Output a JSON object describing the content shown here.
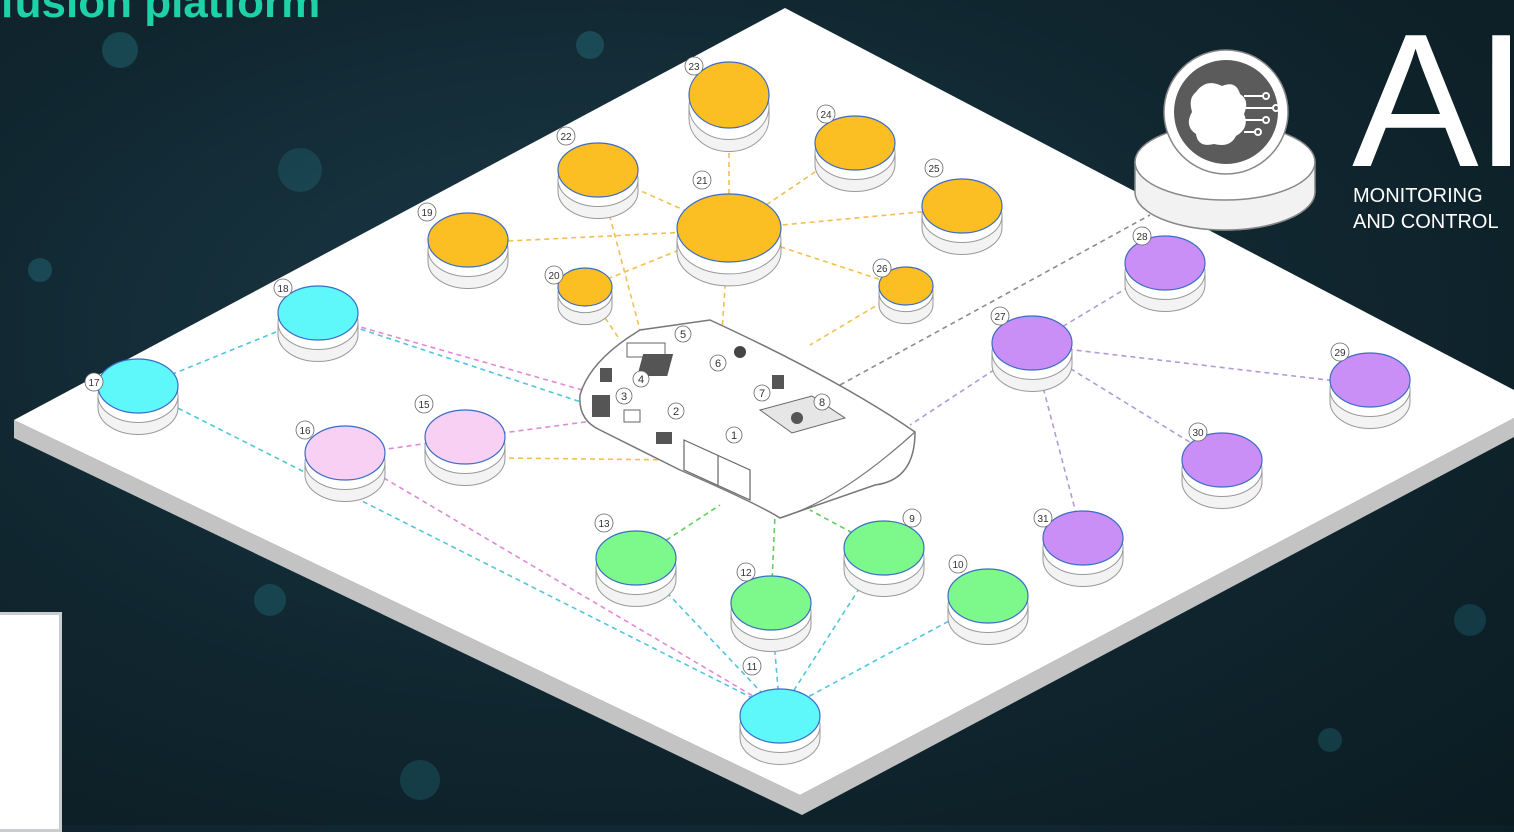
{
  "title": "fusion platform",
  "ai_badge": {
    "letters": "AI",
    "subtitle_line1": "MONITORING",
    "subtitle_line2": "AND CONTROL",
    "icon": "brain-circuit-icon"
  },
  "colors": {
    "yellow": "#fbbf24",
    "cyan": "#5ef7fa",
    "pink": "#f8d0f3",
    "green": "#7cf98a",
    "purple": "#c98ff6",
    "platform": "#ffffff",
    "background": "#10262f"
  },
  "hub_labels": [
    "1",
    "2",
    "3",
    "4",
    "5",
    "6",
    "7",
    "8"
  ],
  "nodes": [
    {
      "label": "9",
      "color": "green"
    },
    {
      "label": "10",
      "color": "green"
    },
    {
      "label": "11",
      "color": "cyan"
    },
    {
      "label": "12",
      "color": "green"
    },
    {
      "label": "13",
      "color": "green"
    },
    {
      "label": "15",
      "color": "pink"
    },
    {
      "label": "16",
      "color": "pink"
    },
    {
      "label": "17",
      "color": "cyan"
    },
    {
      "label": "18",
      "color": "cyan"
    },
    {
      "label": "19",
      "color": "yellow"
    },
    {
      "label": "20",
      "color": "yellow"
    },
    {
      "label": "21",
      "color": "yellow"
    },
    {
      "label": "22",
      "color": "yellow"
    },
    {
      "label": "23",
      "color": "yellow"
    },
    {
      "label": "24",
      "color": "yellow"
    },
    {
      "label": "25",
      "color": "yellow"
    },
    {
      "label": "26",
      "color": "yellow"
    },
    {
      "label": "27",
      "color": "purple"
    },
    {
      "label": "28",
      "color": "purple"
    },
    {
      "label": "29",
      "color": "purple"
    },
    {
      "label": "30",
      "color": "purple"
    },
    {
      "label": "31",
      "color": "purple"
    }
  ]
}
